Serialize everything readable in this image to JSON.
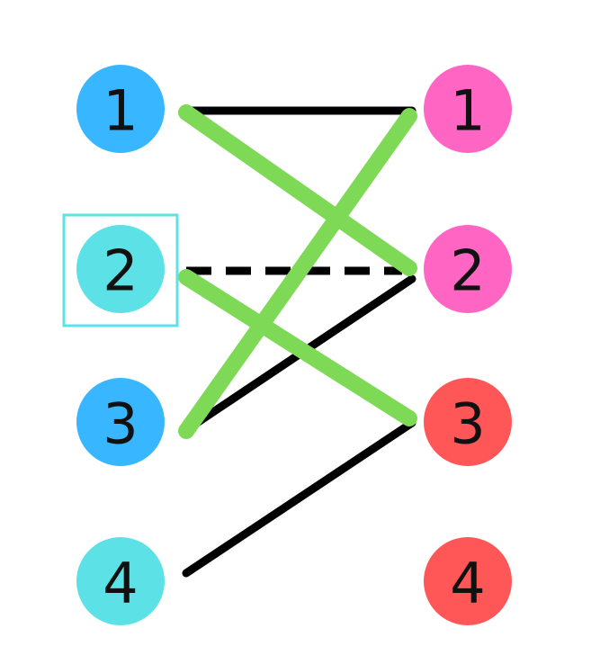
{
  "colors": {
    "background": "#ffffff",
    "left_blue": "#38b6ff",
    "left_cyan": "#5ce1e6",
    "right_pink": "#ff66c4",
    "right_red": "#ff5757",
    "highlight_box": "#5ce1e6",
    "edge_black": "#000000",
    "edge_green": "#7ed957"
  },
  "left_nodes": [
    {
      "label": "1",
      "color": "left_blue"
    },
    {
      "label": "2",
      "color": "left_cyan",
      "highlighted": true
    },
    {
      "label": "3",
      "color": "left_blue"
    },
    {
      "label": "4",
      "color": "left_cyan"
    }
  ],
  "right_nodes": [
    {
      "label": "1",
      "color": "right_pink"
    },
    {
      "label": "2",
      "color": "right_pink"
    },
    {
      "label": "3",
      "color": "right_red"
    },
    {
      "label": "4",
      "color": "right_red"
    }
  ],
  "edges": [
    {
      "from": 1,
      "to": 1,
      "style": "solid",
      "color": "edge_black"
    },
    {
      "from": 2,
      "to": 2,
      "style": "dashed",
      "color": "edge_black"
    },
    {
      "from": 3,
      "to": 2,
      "style": "solid",
      "color": "edge_black"
    },
    {
      "from": 4,
      "to": 3,
      "style": "solid",
      "color": "edge_black"
    },
    {
      "from": 1,
      "to": 2,
      "style": "thick",
      "color": "edge_green"
    },
    {
      "from": 3,
      "to": 1,
      "style": "thick",
      "color": "edge_green"
    },
    {
      "from": 2,
      "to": 3,
      "style": "thick",
      "color": "edge_green"
    }
  ]
}
